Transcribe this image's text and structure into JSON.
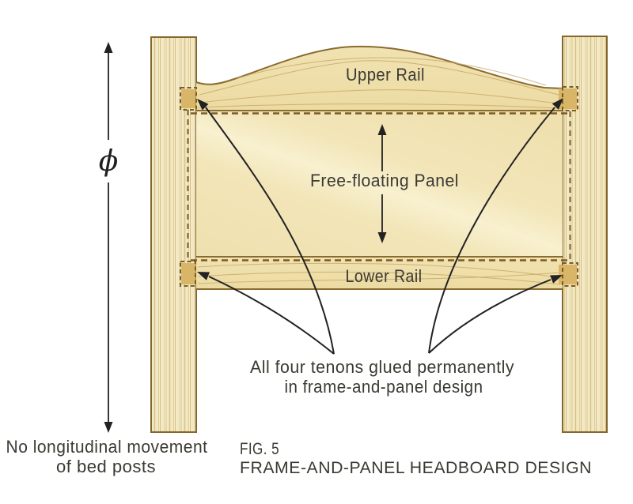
{
  "diagram": {
    "labels": {
      "upper_rail": "Upper Rail",
      "free_floating_panel": "Free-floating Panel",
      "lower_rail": "Lower Rail",
      "phi": "ϕ"
    },
    "annotations": {
      "tenon_note_line1": "All four tenons glued permanently",
      "tenon_note_line2": "in frame-and-panel design",
      "post_note_line1": "No longitudinal movement",
      "post_note_line2": "of bed posts"
    },
    "caption": {
      "fig_label": "FIG. 5",
      "title": "FRAME-AND-PANEL HEADBOARD DESIGN"
    },
    "colors": {
      "post_wood": "#f4ebc9",
      "rail_wood": "#eedfab",
      "panel_wood": "#f3e6ba",
      "outline": "#8a6b30",
      "tenon_fill": "#d8b567",
      "hidden_line": "#7a5c24",
      "arrow": "#222222",
      "text": "#3a3a33"
    }
  }
}
